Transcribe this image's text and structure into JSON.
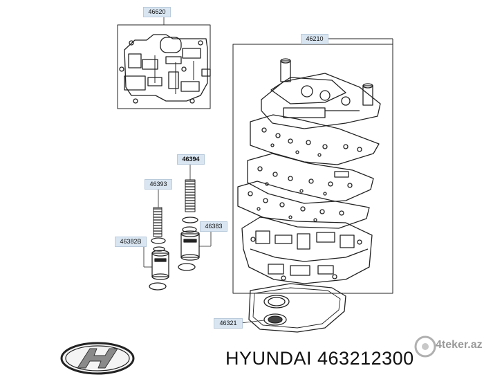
{
  "callouts": {
    "valve_body_plate": "46620",
    "valve_body_assembly": "46210",
    "solenoid_spring_a": "46394",
    "solenoid_spring_b": "46393",
    "solenoid_valve_b": "46383",
    "solenoid_valve_a": "46382B",
    "gasket": "46321"
  },
  "brand": {
    "logo_name": "Hyundai",
    "caption": "HYUNDAI 463212300"
  },
  "watermark": {
    "text": "4teker.az"
  },
  "colors": {
    "label_fill": "#d9e6f2",
    "line": "#222222",
    "watermark": "#9a9a9a"
  }
}
